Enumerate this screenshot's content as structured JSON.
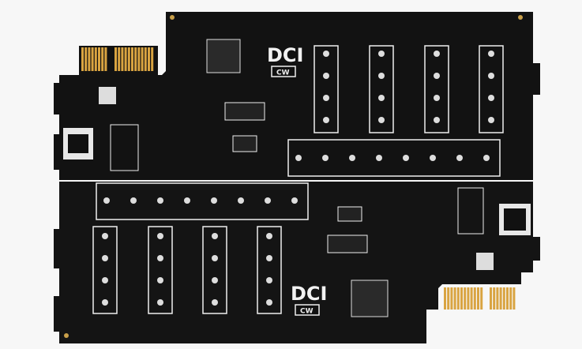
{
  "logos": [
    {
      "text": "DCI",
      "sub": "CW"
    },
    {
      "text": "DCI",
      "sub": "CW"
    }
  ],
  "colors": {
    "background": "#f7f7f7",
    "soldermask": "#111111",
    "silkscreen": "#f0f0f0",
    "gold": "#d9a441",
    "pad": "#cfcfcf"
  }
}
